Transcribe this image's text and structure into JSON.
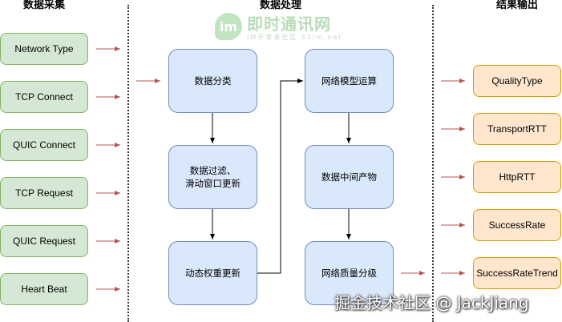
{
  "sections": {
    "collect": "数据采集",
    "process": "数据处理",
    "output": "结果输出"
  },
  "inputs": [
    "Network Type",
    "TCP Connect",
    "QUIC Connect",
    "TCP Request",
    "QUIC Request",
    "Heart Beat"
  ],
  "process": {
    "classify": "数据分类",
    "filter": "数据过滤、\n滑动窗口更新",
    "weight": "动态权重更新",
    "model": "网络模型运算",
    "intermediate": "数据中间产物",
    "grade": "网络质量分级"
  },
  "outputs": [
    "QualityType",
    "TransportRTT",
    "HttpRTT",
    "SuccessRate",
    "SuccessRateTrend"
  ],
  "logo": {
    "mark": "im",
    "name": "即时通讯网",
    "sub": "IM开发者社区  52im.net"
  },
  "watermark": "掘金技术社区 @ JackJiang",
  "colors": {
    "input_fill": "#d5e8d4",
    "process_fill": "#dae8fc",
    "output_fill": "#ffe6cc",
    "red_arrow": "#b85450",
    "black_arrow": "#000000"
  }
}
